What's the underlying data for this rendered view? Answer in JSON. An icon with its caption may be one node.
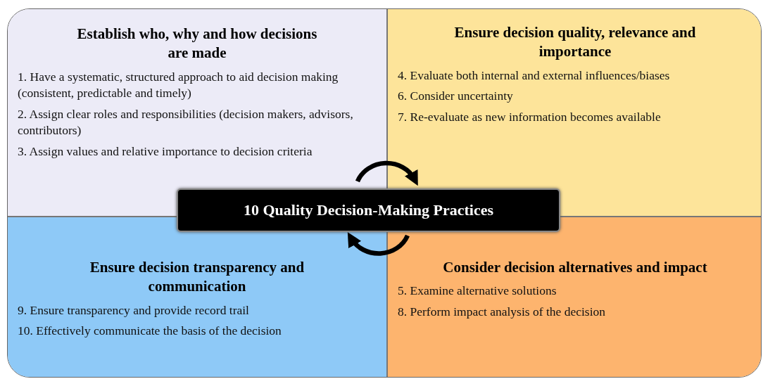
{
  "diagram": {
    "nodes": [
      {
        "text": [
          "Establish who, why and how decisions are made",
          "1. Have a systematic, structured approach to aid decision making (consistent, predictable and timely)",
          "2. Assign clear roles and responsibilities (decision makers, advisors, contributors)",
          "3. Assign values and relative importance to decision criteria"
        ]
      },
      {
        "text": [
          "Ensure decision quality, relevance and importance",
          "4. Evaluate both internal and external influences/biases",
          "6. Consider uncertainty",
          "7. Re-evaluate as new information becomes available"
        ]
      },
      {
        "text": [
          "10 Quality Decision-Making Practices"
        ]
      },
      {
        "text": [
          "Ensure decision transparency and communication",
          "9. Ensure transparency and provide record trail",
          "10. Effectively communicate  the basis of the decision"
        ]
      },
      {
        "text": [
          "Consider decision alternatives and impact",
          "5. Examine alternative solutions",
          "8. Perform impact analysis of the decision"
        ]
      }
    ],
    "edges": [
      {
        "from": 0,
        "to": 1,
        "arrow": "to"
      },
      {
        "from": 4,
        "to": 3,
        "arrow": "to"
      }
    ]
  }
}
